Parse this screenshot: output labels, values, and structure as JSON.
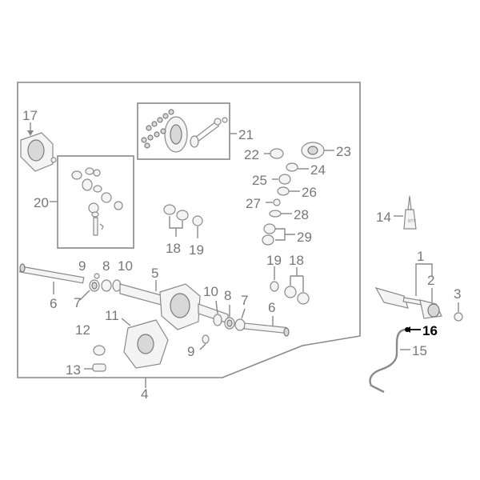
{
  "diagram": {
    "highlight_color": "#000000",
    "line_color": "#888888",
    "callouts": {
      "c1": "1",
      "c2": "2",
      "c3": "3",
      "c4": "4",
      "c5": "5",
      "c6a": "6",
      "c6b": "6",
      "c7a": "7",
      "c7b": "7",
      "c8a": "8",
      "c8b": "8",
      "c9a": "9",
      "c9b": "9",
      "c10a": "10",
      "c10b": "10",
      "c11": "11",
      "c12": "12",
      "c13": "13",
      "c14": "14",
      "c15": "15",
      "c16": "16",
      "c17": "17",
      "c18a": "18",
      "c18b": "18",
      "c19a": "19",
      "c19b": "19",
      "c20": "20",
      "c21": "21",
      "c22": "22",
      "c23": "23",
      "c24": "24",
      "c25": "25",
      "c26": "26",
      "c27": "27",
      "c28": "28",
      "c29": "29"
    },
    "tube_label": "RTV"
  }
}
